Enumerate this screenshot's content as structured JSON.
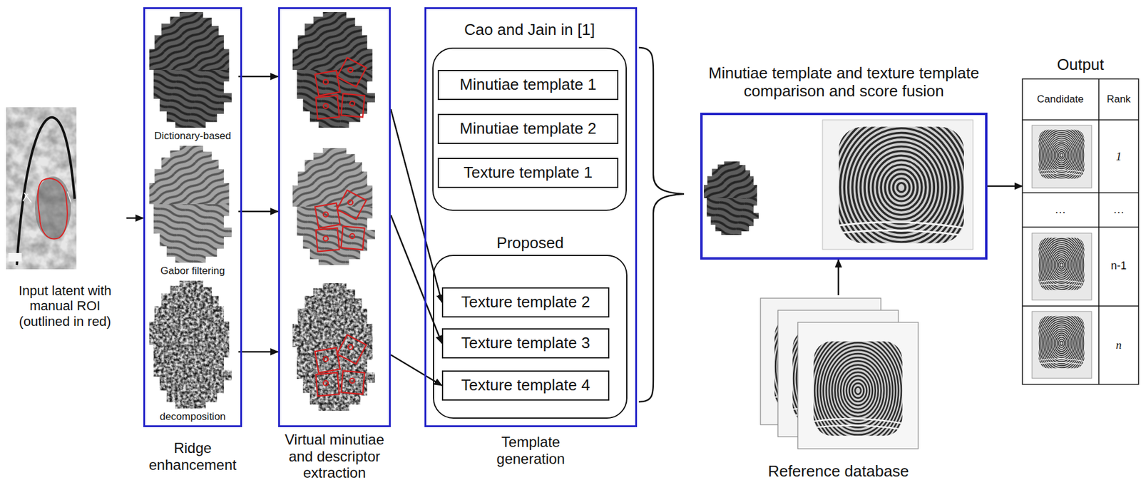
{
  "diagram": {
    "nodes": [
      {
        "text": [
          "Input latent with manual ROI (outlined in red)"
        ]
      },
      {
        "text": [
          "Ridge enhancement"
        ]
      },
      {
        "text": [
          "Dictionary-based"
        ],
        "in": 1
      },
      {
        "text": [
          "Gabor filtering"
        ],
        "in": 1
      },
      {
        "text": [
          "decomposition"
        ],
        "in": 1
      },
      {
        "text": [
          "Virtual minutiae and descriptor extraction"
        ]
      },
      {
        "text": [
          "Template generation"
        ]
      },
      {
        "text": [
          "Cao and Jain in [1]"
        ],
        "in": 6
      },
      {
        "text": [
          "Minutiae template 1"
        ],
        "in": 7
      },
      {
        "text": [
          "Minutiae template 2"
        ],
        "in": 7
      },
      {
        "text": [
          "Texture template 1"
        ],
        "in": 7
      },
      {
        "text": [
          "Proposed"
        ],
        "in": 6
      },
      {
        "text": [
          "Texture template 2"
        ],
        "in": 11
      },
      {
        "text": [
          "Texture template 3"
        ],
        "in": 11
      },
      {
        "text": [
          "Texture template 4"
        ],
        "in": 11
      },
      {
        "text": [
          "Minutiae template and texture template comparison and score fusion"
        ]
      },
      {
        "text": [
          "Reference database"
        ]
      },
      {
        "text": [
          "Output"
        ]
      }
    ],
    "edges": [
      {
        "from": 0,
        "to": 1,
        "arrow": "to"
      },
      {
        "from": 2,
        "to": 5,
        "arrow": "to"
      },
      {
        "from": 3,
        "to": 5,
        "arrow": "to"
      },
      {
        "from": 4,
        "to": 5,
        "arrow": "to"
      },
      {
        "from": 5,
        "to": 12,
        "arrow": "to"
      },
      {
        "from": 5,
        "to": 13,
        "arrow": "to"
      },
      {
        "from": 5,
        "to": 14,
        "arrow": "to"
      },
      {
        "from": 16,
        "to": 15,
        "arrow": "to"
      },
      {
        "from": 15,
        "to": 17,
        "arrow": "to"
      }
    ],
    "labels": [
      "Candidate",
      "Rank",
      "1",
      "…",
      "…",
      "n-1",
      "n"
    ]
  }
}
